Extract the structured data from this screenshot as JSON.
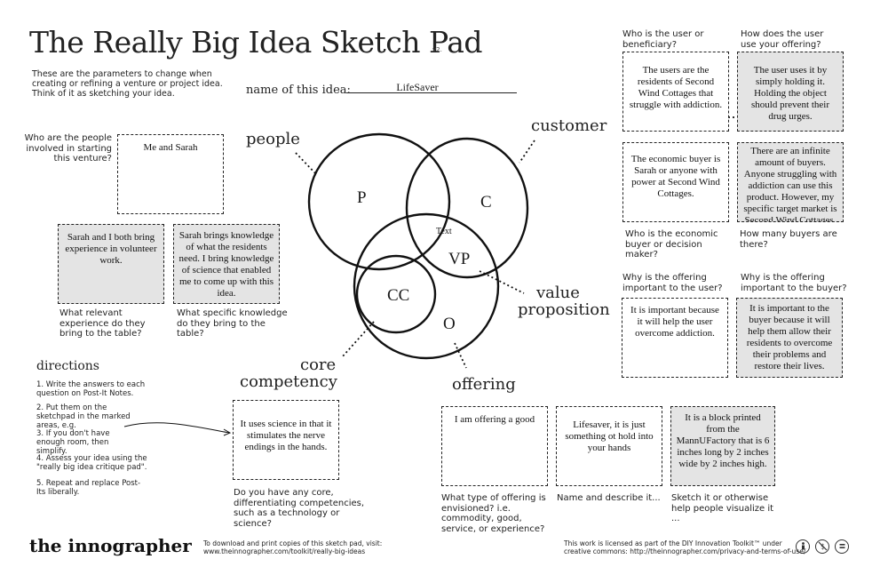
{
  "header": {
    "title": "The Really Big Idea Sketch Pad",
    "version": "v2.",
    "intro": "These are the parameters to change when creating or refining a venture or project idea. Think of it as sketching your idea.",
    "name_label": "name of this idea:",
    "name_value": "LifeSaver"
  },
  "venn": {
    "people": "people",
    "customer": "customer",
    "value_proposition_line1": "value",
    "value_proposition_line2": "proposition",
    "core_competency_line1": "core",
    "core_competency_line2": "competency",
    "offering": "offering",
    "p": "P",
    "c": "C",
    "vp": "VP",
    "cc": "CC",
    "o": "O",
    "text_marker": "Text"
  },
  "people_section": {
    "q1": "Who are the people involved in starting this venture?",
    "a1": "Me and Sarah",
    "a2": "Sarah and I both bring experience in volunteer work.",
    "q2": "What relevant experience do they bring to the table?",
    "a3": "Sarah brings knowledge of what the residents need. I bring knowledge of science that enabled me to come up with this idea.",
    "q3": "What specific knowledge do they bring to the table?"
  },
  "directions": {
    "heading": "directions",
    "items": [
      "1. Write the answers to each question on Post-It Notes.",
      "2. Put them on the sketchpad in the marked areas, e.g.",
      "3. If you don't have enough room, then simplify.",
      "4. Assess your idea using the \"really big idea critique pad\".",
      "5. Repeat and replace Post-Its liberally."
    ]
  },
  "core_section": {
    "a": "It uses science in that it stimulates the nerve endings in the hands.",
    "q": "Do you have any core, differentiating competencies, such as a technology or science?"
  },
  "offering_section": {
    "a1": "I am offering a good",
    "q1": "What type of offering is envisioned? i.e. commodity, good, service, or experience?",
    "a2": "Lifesaver, it is just something ot hold into your hands",
    "q2": "Name and describe it...",
    "a3": "It is a block printed from the MannUFactory that is 6 inches long by 2 inches wide by 2 inches high.",
    "q3": "Sketch it or otherwise help people visualize it ..."
  },
  "customer_section": {
    "q_user": "Who is the user or beneficiary?",
    "a_user": "The users are the residents of Second Wind Cottages that struggle with addiction.",
    "q_use": "How does the user use your offering?",
    "a_use": "The user uses it by simply holding it. Holding the object should prevent their drug urges.",
    "a_buyer": "The economic buyer is Sarah or anyone with power at Second Wind Cottages.",
    "q_buyer": "Who is the economic buyer or decision maker?",
    "a_count": "There are an infinite amount of buyers. Anyone struggling with addiction can use this product. However, my specific target market is Second Wind Cottages.",
    "q_count": "How many buyers are there?"
  },
  "vp_section": {
    "q_user": "Why is the offering important to the user?",
    "a_user": "It is important because it will help the user overcome addiction.",
    "q_buyer": "Why is the offering important to the buyer?",
    "a_buyer": "It is important to the buyer because it will help them allow their residents to overcome their problems and restore their lives."
  },
  "footer": {
    "logo": "the innographer",
    "download_line1": "To download and print copies of this sketch pad, visit:",
    "download_line2": "www.theinnographer.com/toolkit/really-big-ideas",
    "license_line1": "This work is licensed as part of the DIY Innovation Toolkit™ under",
    "license_line2": "creative commons: http://theinnographer.com/privacy-and-terms-of-use/",
    "icons": [
      "attribution-icon",
      "noncommercial-icon",
      "noderivatives-icon"
    ]
  }
}
